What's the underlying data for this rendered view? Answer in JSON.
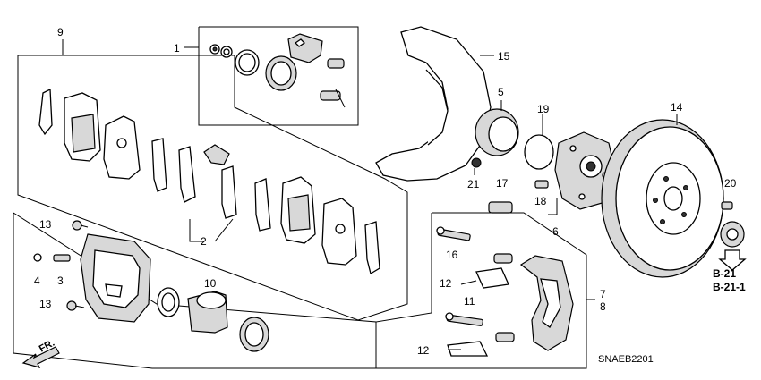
{
  "diagram": {
    "callouts": [
      {
        "id": "c1",
        "label": "1"
      },
      {
        "id": "c2",
        "label": "2"
      },
      {
        "id": "c4",
        "label": "4"
      },
      {
        "id": "c3",
        "label": "3"
      },
      {
        "id": "c5",
        "label": "5"
      },
      {
        "id": "c6",
        "label": "6"
      },
      {
        "id": "c7",
        "label": "7"
      },
      {
        "id": "c8",
        "label": "8"
      },
      {
        "id": "c9",
        "label": "9"
      },
      {
        "id": "c10",
        "label": "10"
      },
      {
        "id": "c11",
        "label": "11"
      },
      {
        "id": "c12a",
        "label": "12"
      },
      {
        "id": "c12b",
        "label": "12"
      },
      {
        "id": "c13a",
        "label": "13"
      },
      {
        "id": "c13b",
        "label": "13"
      },
      {
        "id": "c14",
        "label": "14"
      },
      {
        "id": "c15",
        "label": "15"
      },
      {
        "id": "c16",
        "label": "16"
      },
      {
        "id": "c17",
        "label": "17"
      },
      {
        "id": "c18",
        "label": "18"
      },
      {
        "id": "c19",
        "label": "19"
      },
      {
        "id": "c20",
        "label": "20"
      },
      {
        "id": "c21",
        "label": "21"
      }
    ],
    "references": [
      "B-21",
      "B-21-1"
    ],
    "direction_label": "FR.",
    "diagram_code": "SNAEB2201"
  }
}
